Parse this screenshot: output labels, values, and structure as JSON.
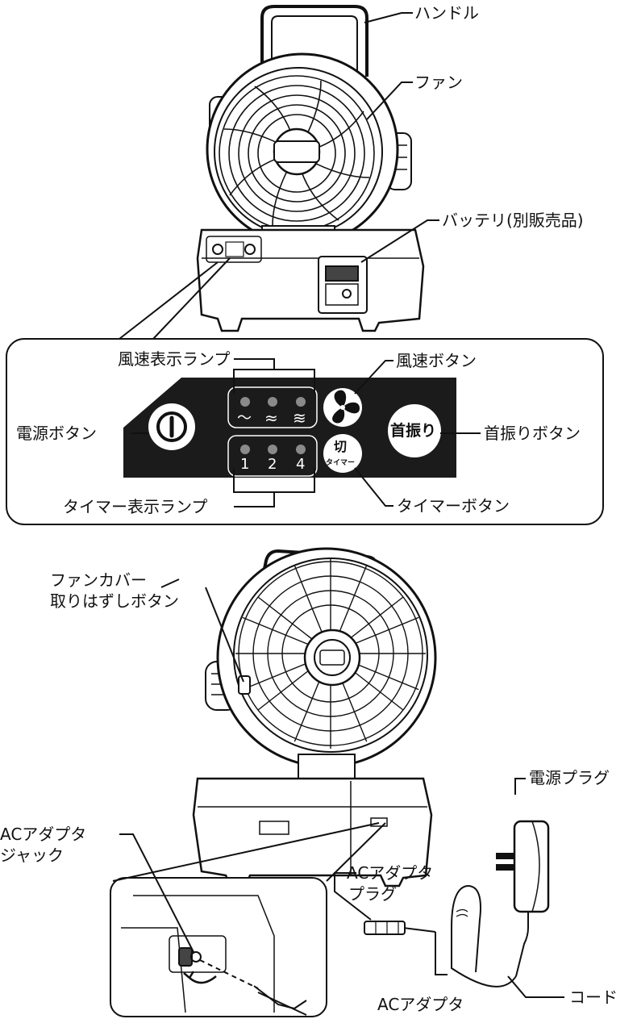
{
  "labels": {
    "handle": "ハンドル",
    "fan": "ファン",
    "battery": "バッテリ(別販売品)",
    "speed_lamp": "風速表示ランプ",
    "speed_button": "風速ボタン",
    "power_button": "電源ボタン",
    "swing_button": "首振りボタン",
    "timer_lamp": "タイマー表示ランプ",
    "timer_button": "タイマーボタン",
    "cover_release_1": "ファンカバー",
    "cover_release_2": "取りはずしボタン",
    "power_plug": "電源プラグ",
    "ac_jack_1": "ACアダプタ",
    "ac_jack_2": "ジャック",
    "ac_plug_1": "ACアダプタ",
    "ac_plug_2": "プラグ",
    "cord": "コード",
    "ac_adapter": "ACアダプタ"
  },
  "panel": {
    "swing_text": "首振り",
    "timer_top": "切",
    "timer_bottom": "タイマー",
    "timer_1": "1",
    "timer_2": "2",
    "timer_4": "4",
    "speed_low": "〜",
    "speed_mid": "≈",
    "speed_high": "≋"
  },
  "icons": [
    "power-icon",
    "fan-icon",
    "arrow-icon"
  ],
  "colors": {
    "panel": "#1b1b1b",
    "lamp": "#8a8a8a",
    "line": "#111111"
  }
}
